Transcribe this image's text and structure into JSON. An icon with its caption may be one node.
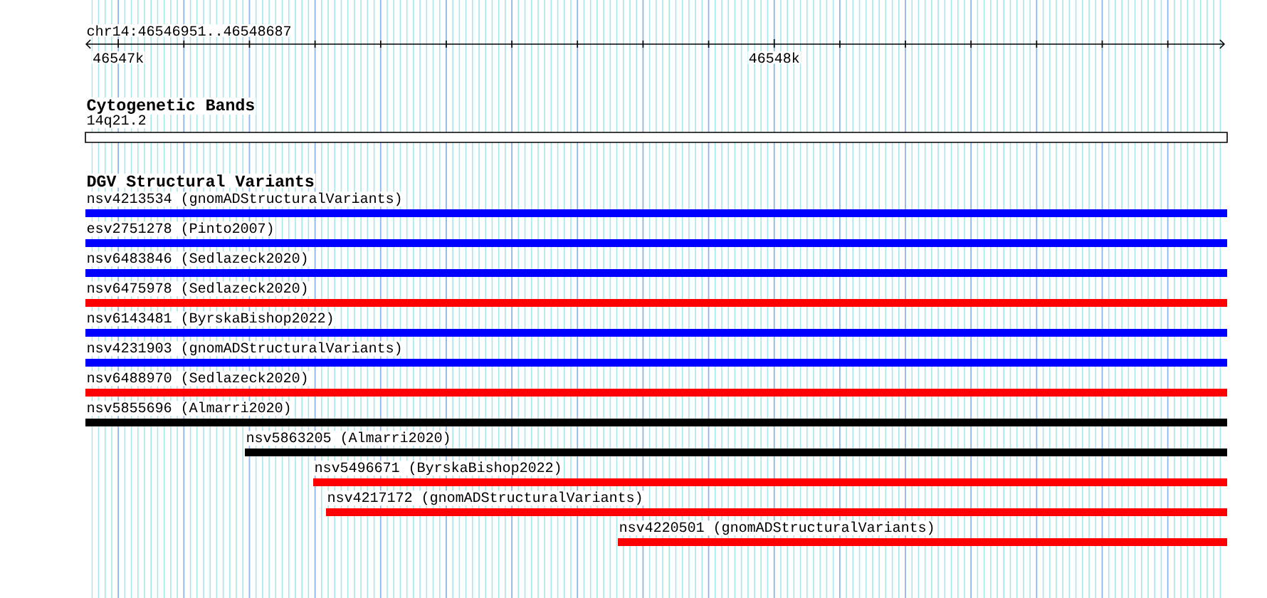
{
  "diagram": {
    "nodes": [
      {
        "text": [
          "14q21.2"
        ]
      },
      {
        "text": [
          "nsv4213534 (gnomADStructuralVariants)"
        ]
      },
      {
        "text": [
          "esv2751278 (Pinto2007)"
        ]
      },
      {
        "text": [
          "nsv6483846 (Sedlazeck2020)"
        ]
      },
      {
        "text": [
          "nsv6475978 (Sedlazeck2020)"
        ]
      },
      {
        "text": [
          "nsv6143481 (ByrskaBishop2022)"
        ]
      },
      {
        "text": [
          "nsv4231903 (gnomADStructuralVariants)"
        ]
      },
      {
        "text": [
          "nsv6488970 (Sedlazeck2020)"
        ]
      },
      {
        "text": [
          "nsv5855696 (Almarri2020)"
        ]
      },
      {
        "text": [
          "nsv5863205 (Almarri2020)"
        ]
      },
      {
        "text": [
          "nsv5496671 (ByrskaBishop2022)"
        ]
      },
      {
        "text": [
          "nsv4217172 (gnomADStructuralVariants)"
        ]
      },
      {
        "text": [
          "nsv4220501 (gnomADStructuralVariants)"
        ]
      }
    ],
    "labels": [
      "chr14:46546951..46548687",
      "46547k",
      "46548k",
      "Cytogenetic Bands",
      "DGV Structural Variants"
    ]
  }
}
